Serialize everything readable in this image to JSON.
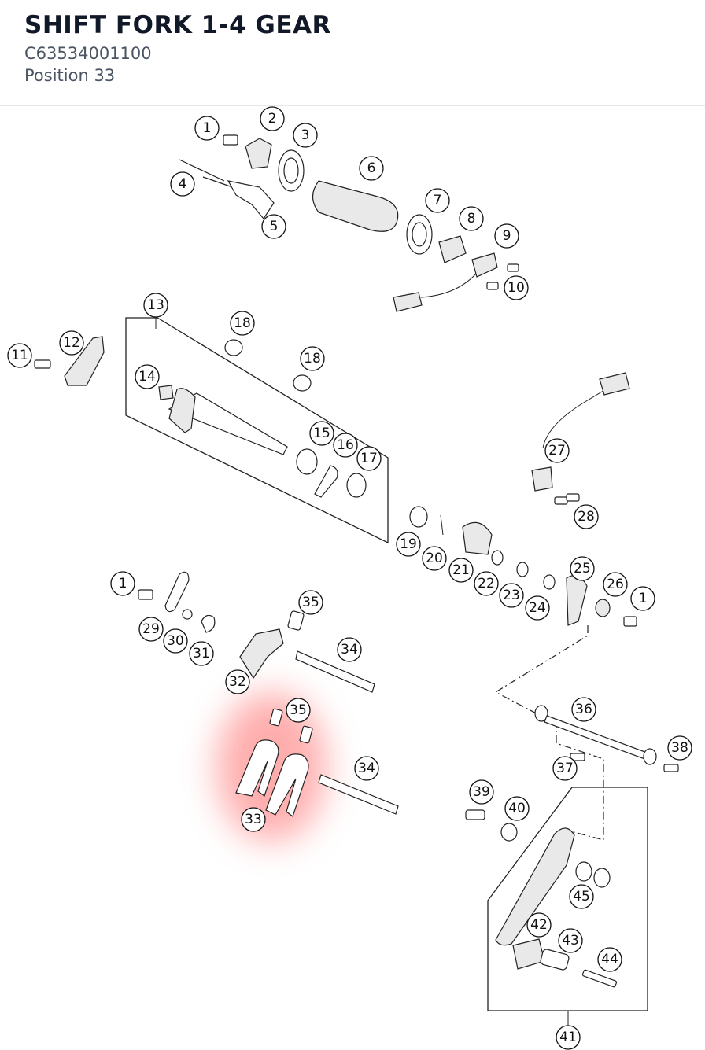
{
  "header": {
    "title": "SHIFT FORK 1-4 GEAR",
    "part_number": "C63534001100",
    "position": "Position 33"
  },
  "highlight": {
    "callouts": [
      "33",
      "35"
    ],
    "color": "#ff6b6b"
  },
  "callouts": [
    "1",
    "2",
    "3",
    "4",
    "5",
    "6",
    "7",
    "8",
    "9",
    "10",
    "11",
    "12",
    "13",
    "14",
    "15",
    "16",
    "17",
    "18",
    "18",
    "19",
    "20",
    "21",
    "22",
    "23",
    "24",
    "25",
    "26",
    "1",
    "27",
    "28",
    "1",
    "29",
    "30",
    "31",
    "32",
    "35",
    "34",
    "35",
    "34",
    "33",
    "36",
    "37",
    "38",
    "39",
    "40",
    "45",
    "42",
    "43",
    "44",
    "41"
  ]
}
